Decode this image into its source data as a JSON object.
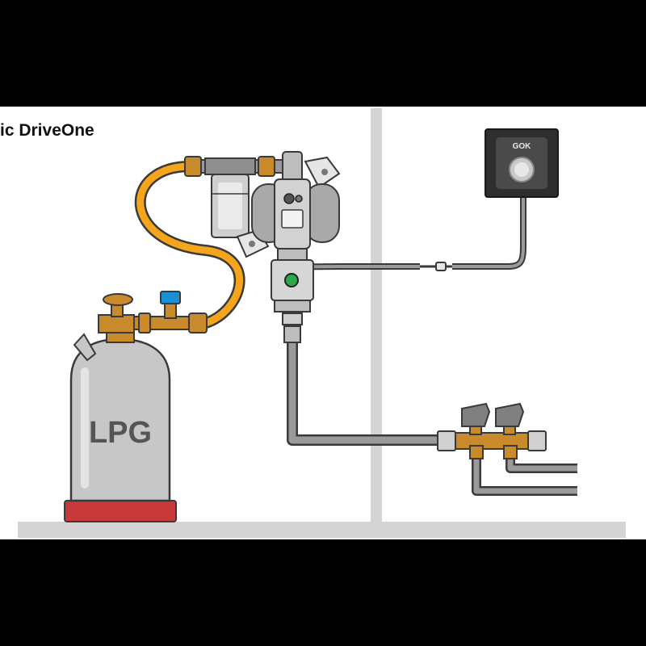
{
  "title": "ic DriveOne",
  "cylinder": {
    "label": "LPG",
    "color": "#c7c7c7",
    "base_color": "#c8393b"
  },
  "control_panel": {
    "brand": "GOK"
  },
  "colors": {
    "hose": "#f4a51c",
    "pipe": "#9a9a9a",
    "pipe_outline": "#3a3a3a",
    "brass": "#c98a2c",
    "wall": "#d4d4d4",
    "panel_bg": "#2e2e2e",
    "valve_blue": "#1a8fd6",
    "indicator_green": "#2aa84a"
  }
}
